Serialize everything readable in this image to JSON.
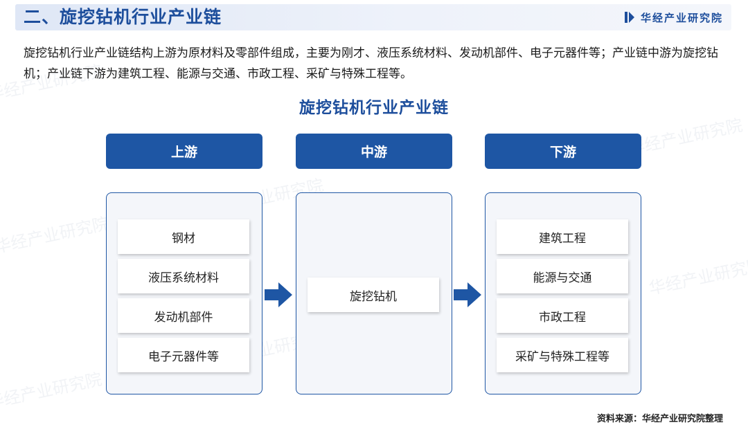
{
  "header": {
    "title": "二、旋挖钻机行业产业链",
    "brand": "华经产业研究院"
  },
  "intro": "旋挖钻机行业产业链结构上游为原材料及零部件组成，主要为刚才、液压系统材料、发动机部件、电子元器件等；产业链中游为旋挖钻机；产业链下游为建筑工程、能源与交通、市政工程、采矿与特殊工程等。",
  "diagram": {
    "title": "旋挖钻机行业产业链",
    "upstream": {
      "label": "上游",
      "items": [
        "钢材",
        "液压系统材料",
        "发动机部件",
        "电子元器件等"
      ]
    },
    "midstream": {
      "label": "中游",
      "items": [
        "旋挖钻机"
      ]
    },
    "downstream": {
      "label": "下游",
      "items": [
        "建筑工程",
        "能源与交通",
        "市政工程",
        "采矿与特殊工程等"
      ]
    }
  },
  "source": "资料来源：华经产业研究院整理",
  "watermark": "华经产业研究院",
  "icons": {
    "brand_logo": "brand-logo-icon",
    "flow_arrow": "arrow-right-icon"
  },
  "colors": {
    "primary": "#1e56a4",
    "title": "#1d4e9c",
    "panel_background": "#f4f6fa"
  }
}
